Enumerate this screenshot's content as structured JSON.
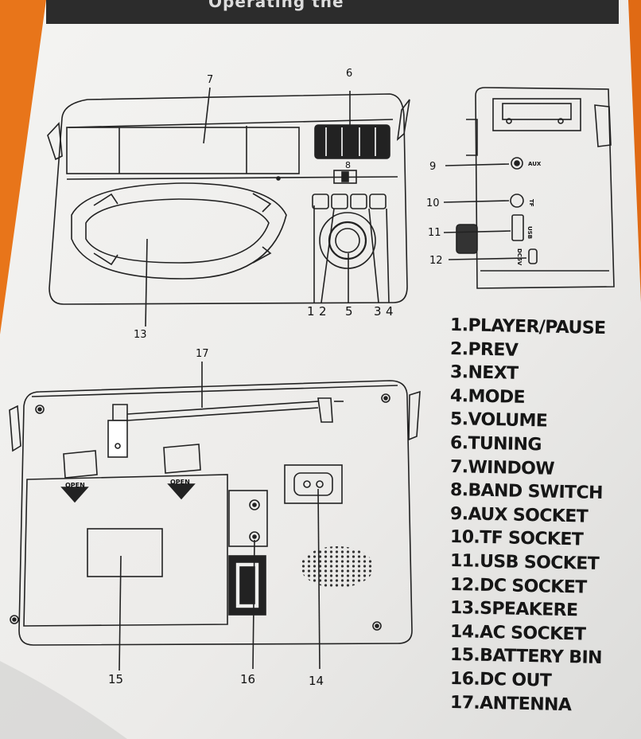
{
  "header": {
    "title": "Operating the"
  },
  "legend": [
    "1.PLAYER/PAUSE",
    "2.PREV",
    "3.NEXT",
    "4.MODE",
    "5.VOLUME",
    "6.TUNING",
    "7.WINDOW",
    "8.BAND SWITCH",
    "9.AUX SOCKET",
    "10.TF SOCKET",
    "11.USB SOCKET",
    "12.DC SOCKET",
    "13.SPEAKERE",
    "14.AC SOCKET",
    "15.BATTERY BIN",
    "16.DC OUT",
    "17.ANTENNA"
  ],
  "callouts": {
    "c1": "1",
    "c2": "2",
    "c3": "3",
    "c4": "4",
    "c5": "5",
    "c6": "6",
    "c7": "7",
    "c8": "8",
    "c9": "9",
    "c10": "10",
    "c11": "11",
    "c12": "12",
    "c13": "13",
    "c14": "14",
    "c15": "15",
    "c16": "16",
    "c17": "17"
  },
  "panel_labels": {
    "aux": "AUX",
    "tf": "TF",
    "usb": "USB",
    "dc": "DC5V",
    "open1": "OPEN",
    "open2": "OPEN"
  },
  "colors": {
    "orange": "#e8751a",
    "paper": "#efefed",
    "ink": "#161616"
  }
}
